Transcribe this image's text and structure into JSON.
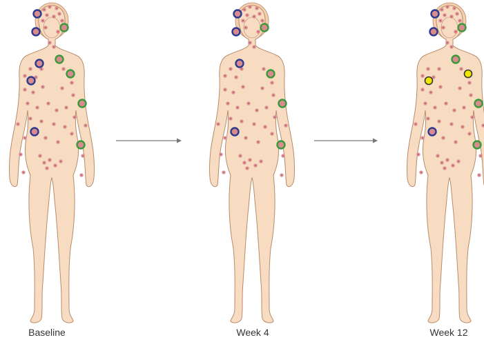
{
  "captions": [
    "Baseline",
    "Week 4",
    "Week 12"
  ],
  "colors": {
    "skin": "#f7dcc2",
    "outline": "#b88a6a",
    "hair": "#f3cfae",
    "lesion": "#d98a8f",
    "lesion_core": "#b85563",
    "marker_blue": "#2e3a8c",
    "marker_green": "#3a9a3a",
    "marker_yellow": "#f2e600",
    "arrow": "#777777"
  },
  "marker_legend": [
    "blue",
    "green",
    "yellow"
  ]
}
